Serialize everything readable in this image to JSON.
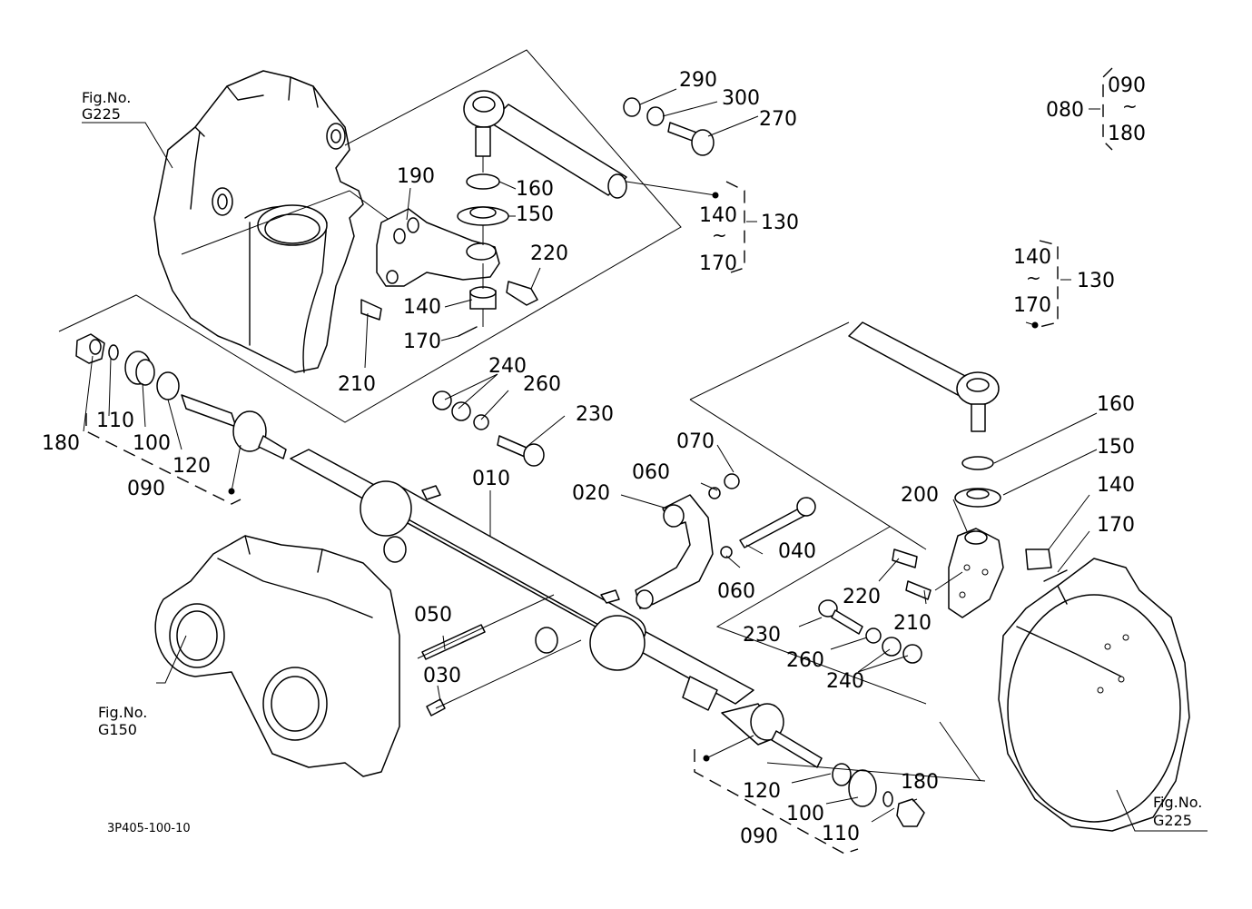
{
  "diagram": {
    "title_code": "3P405-100-10",
    "figure_refs": [
      {
        "id": "ref-top-left",
        "line1": "Fig.No.",
        "line2": "G225"
      },
      {
        "id": "ref-bottom-left",
        "line1": "Fig.No.",
        "line2": "G150"
      },
      {
        "id": "ref-bottom-right",
        "line1": "Fig.No.",
        "line2": "G225"
      }
    ],
    "assembly_groups": [
      {
        "id": "group-080",
        "label": "080",
        "range_start": "090",
        "range_sep": "~",
        "range_end": "180"
      },
      {
        "id": "group-130-upper",
        "label": "130",
        "range_start": "140",
        "range_sep": "~",
        "range_end": "170"
      },
      {
        "id": "group-130-right",
        "label": "130",
        "range_start": "140",
        "range_sep": "~",
        "range_end": "170"
      }
    ],
    "part_labels": {
      "p010": "010",
      "p020": "020",
      "p030": "030",
      "p040": "040",
      "p050": "050",
      "p060a": "060",
      "p060b": "060",
      "p070": "070",
      "left_090": "090",
      "left_100": "100",
      "left_110": "110",
      "left_120": "120",
      "left_180": "180",
      "right_090": "090",
      "right_100": "100",
      "right_110": "110",
      "right_120": "120",
      "right_180": "180",
      "upper_140": "140",
      "upper_150": "150",
      "upper_160": "160",
      "upper_170": "170",
      "upper_190": "190",
      "upper_210": "210",
      "upper_220": "220",
      "upper_230": "230",
      "upper_240": "240",
      "upper_260": "260",
      "upper_270": "270",
      "upper_290": "290",
      "upper_300": "300",
      "right_140": "140",
      "right_150": "150",
      "right_160": "160",
      "right_170": "170",
      "right_200": "200",
      "right_210": "210",
      "right_220": "220",
      "right_230": "230",
      "right_240": "240",
      "right_260": "260"
    }
  }
}
